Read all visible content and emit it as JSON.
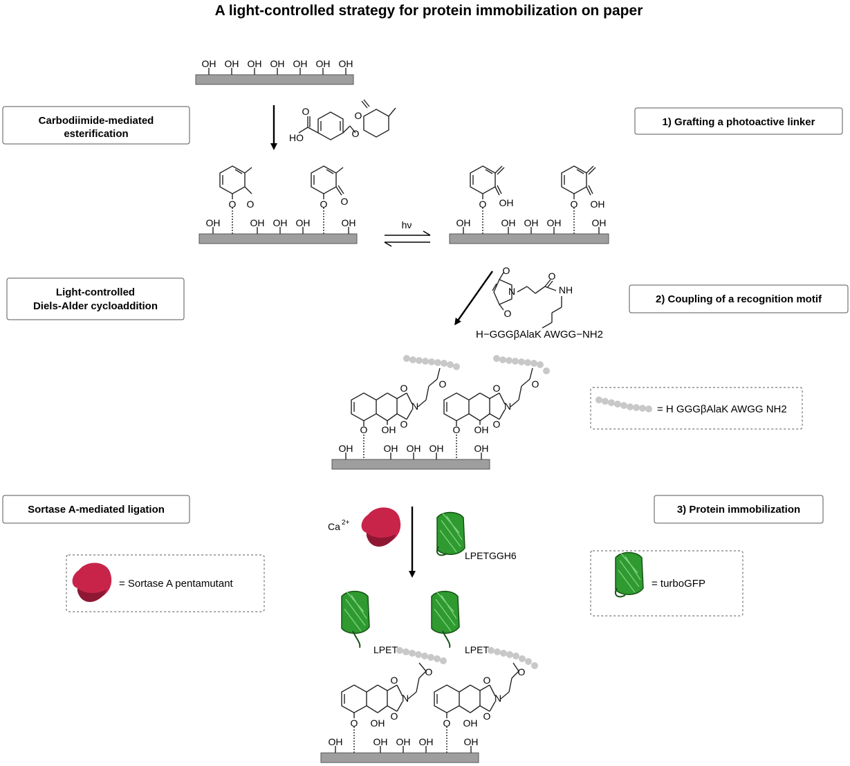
{
  "title": "A light-controlled strategy for protein immobilization on paper",
  "steps": {
    "step1": "1) Grafting a photoactive linker",
    "step2": "2) Coupling of a recognition motif",
    "step3": "3) Protein immobilization"
  },
  "reactions": {
    "esterification": [
      "Carbodiimide-mediated",
      "esterification"
    ],
    "diels_alder": [
      "Light-controlled",
      "Diels-Alder cycloaddition"
    ],
    "sortase": "Sortase A-mediated ligation"
  },
  "chem": {
    "OH": "OH",
    "HO": "HO",
    "O": "O",
    "N": "N",
    "NH": "NH",
    "hv": "hν",
    "ca_base": "Ca",
    "ca_charge": "2+"
  },
  "peptide": "H−GGGβAlaK AWGG−NH2",
  "lpetgg": "LPETGGH6",
  "lpet": "LPET",
  "legend": {
    "peptide": "= H  GGGβAlaK AWGG  NH2",
    "sortase": "= Sortase A pentamutant",
    "gfp": "= turboGFP"
  },
  "colors": {
    "paper": "#9e9e9e",
    "sortase": "#c8244a",
    "gfp": "#2f9a2f",
    "peptide_bead": "#c8c8c8"
  }
}
